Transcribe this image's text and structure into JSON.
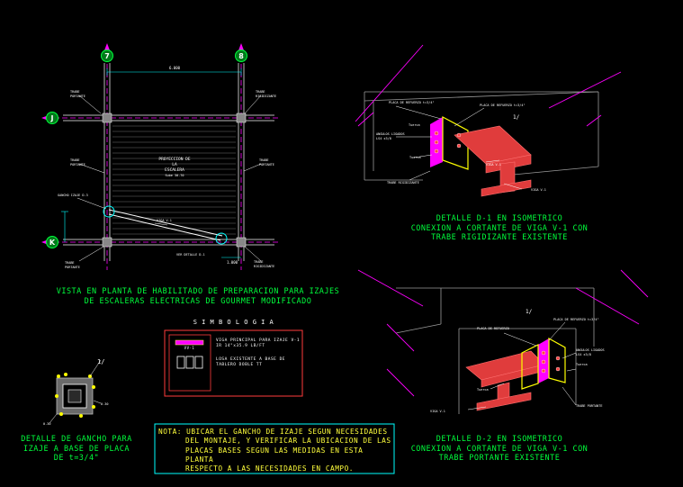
{
  "plan": {
    "title_line1": "VISTA EN PLANTA DE HABILITADO DE PREPARACION PARA IZAJES",
    "title_line2": "DE ESCALERAS ELECTRICAS DE GOURMET MODIFICADO",
    "grid_top_left": "7",
    "grid_top_right": "8",
    "grid_left_top": "J",
    "grid_left_bottom": "K"
  },
  "detail_d1": {
    "line1": "DETALLE   D-1 EN ISOMETRICO",
    "line2": "CONEXION A CORTANTE DE VIGA V-1 CON",
    "line3": "TRABE RIGIDIZANTE EXISTENTE"
  },
  "detail_d2": {
    "line1": "DETALLE   D-2 EN ISOMETRICO",
    "line2": "CONEXION A CORTANTE DE VIGA V-1 CON",
    "line3": "TRABE PORTANTE EXISTENTE"
  },
  "hook": {
    "line1": "DETALLE DE GANCHO PARA",
    "line2": "IZAJE A BASE DE PLACA",
    "line3": "DE t=3/4\""
  },
  "symbology": {
    "title": "S I M B O L O G I A",
    "beam_tag": "VV-1",
    "row1": "VIGA PRINCIPAL PARA IZAJE V-1",
    "row1b": "IR 14\"x35.9 LB/FT",
    "row2": "LOSA EXISTENTE A BASE DE",
    "row2b": "TABLERO DOBLE TT"
  },
  "note": {
    "line1": "NOTA: UBICAR EL GANCHO DE IZAJE SEGUN NECESIDADES",
    "line2": "DEL MONTAJE, Y VERIFICAR LA UBICACION DE LAS",
    "line3": "PLACAS BASES SEGUN LAS MEDIDAS EN ESTA PLANTA",
    "line4": "RESPECTO A LAS NECESIDADES EN CAMPO."
  },
  "colors": {
    "background": "#000000",
    "caption_green": "#00ff3c",
    "note_yellow": "#ffff3c",
    "magenta": "#ff00ff",
    "red": "#ff3c3c",
    "cyan": "#00ffff",
    "yellow_plate": "#ffff00",
    "grey_lines": "#9a9a9a"
  }
}
